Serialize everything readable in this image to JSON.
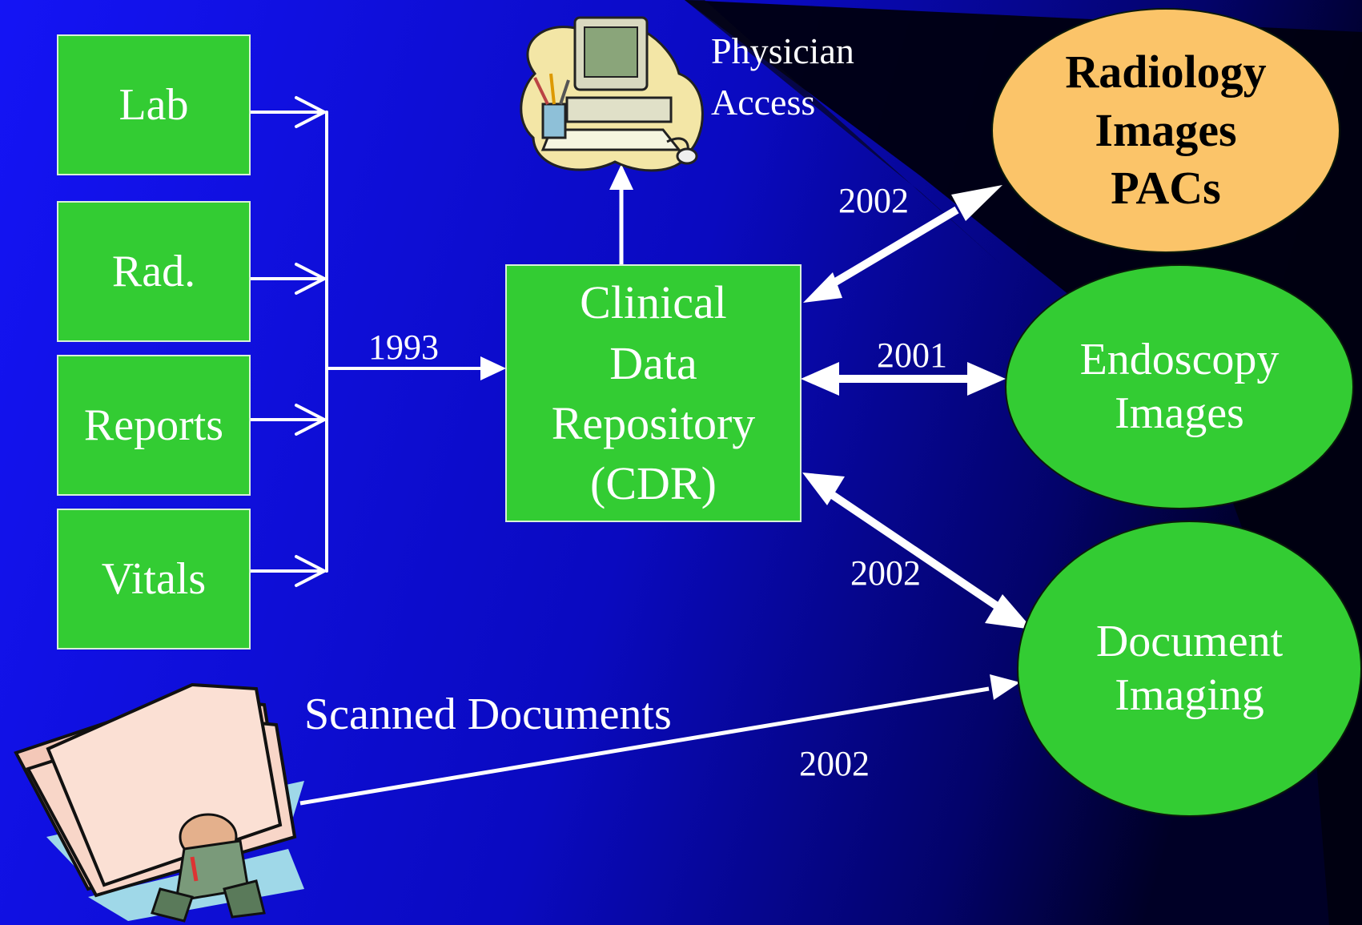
{
  "sources": {
    "lab": "Lab",
    "rad": "Rad.",
    "reports": "Reports",
    "vitals": "Vitals"
  },
  "cdr": {
    "line1": "Clinical",
    "line2": "Data",
    "line3": "Repository",
    "line4": "(CDR)"
  },
  "physician": {
    "line1": "Physician",
    "line2": "Access"
  },
  "radiology": {
    "line1": "Radiology",
    "line2": "Images",
    "line3": "PACs"
  },
  "endoscopy": {
    "line1": "Endoscopy",
    "line2": "Images"
  },
  "document_imaging": {
    "line1": "Document",
    "line2": "Imaging"
  },
  "scanned_documents": "Scanned Documents",
  "years": {
    "sources_to_cdr": "1993",
    "cdr_radiology": "2002",
    "cdr_endoscopy": "2001",
    "cdr_document": "2002",
    "scanned_to_document": "2002"
  },
  "colors": {
    "background_left": "#1010f0",
    "background_right": "#000033",
    "node_green": "#33cc33",
    "node_orange": "#fbc469",
    "arrow": "#ffffff"
  },
  "icons": {
    "computer": "computer-clipart-icon",
    "folder": "paper-folder-clipart-icon"
  }
}
